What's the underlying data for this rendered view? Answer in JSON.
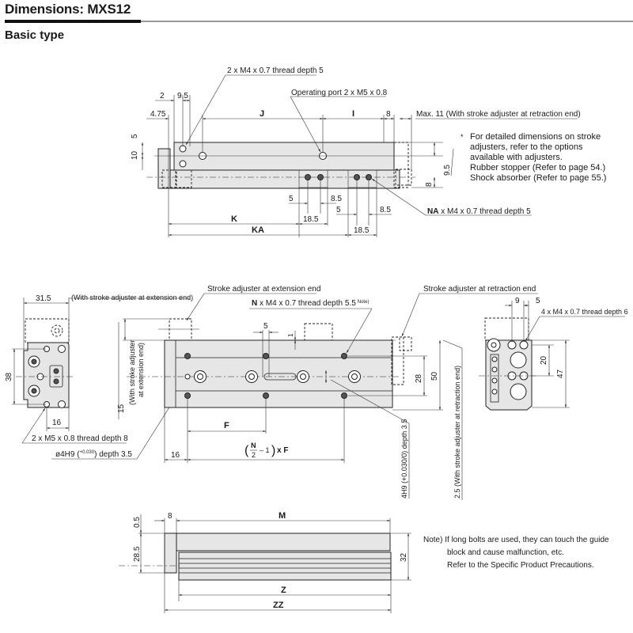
{
  "header": {
    "title": "Dimensions: MXS12",
    "subtitle": "Basic type"
  },
  "top_view": {
    "callout_thread_top": "2 x M4 x 0.7 thread depth 5",
    "callout_port": "Operating port 2 x M5 x 0.8",
    "callout_max": "Max. 11 (With stroke adjuster at retraction end)",
    "callout_na_bold": "NA",
    "callout_na_rest": " x M4 x 0.7 thread depth 5",
    "dims": {
      "d2": "2",
      "d9_5_top": "9.5",
      "d4_75": "4.75",
      "J": "J",
      "I": "I",
      "d8_top": "8",
      "d5_left": "5",
      "d10_left": "10",
      "d9_5_right": "9.5",
      "d8_right": "8",
      "d5_a": "5",
      "d8_5_a": "8.5",
      "d18_5_a": "18.5",
      "d5_b": "5",
      "d8_5_b": "8.5",
      "d18_5_b": "18.5",
      "K": "K",
      "KA": "KA"
    }
  },
  "side_note": {
    "bullet": "*",
    "lines": [
      "For detailed dimensions on stroke",
      "adjusters, refer to the options",
      "available with adjusters.",
      "Rubber stopper (Refer to page 54.)",
      "Shock absorber (Refer to page 55.)"
    ]
  },
  "front_view": {
    "callout_ext_end": "(With stroke adjuster at extension end)",
    "callout_m5": "2 x M5 x 0.8 thread depth 8",
    "callout_pin_prefix": "ø4H9 (",
    "callout_pin_tol_upper": "+0.030",
    "callout_pin_tol_lower": "0",
    "callout_pin_suffix": ") depth 3.5",
    "dims": {
      "d31_5": "31.5",
      "d38": "38",
      "d16": "16"
    }
  },
  "main_view": {
    "callout_stroke_ext": "Stroke adjuster at extension end",
    "callout_stroke_ret": "Stroke adjuster at retraction end",
    "callout_n_bold": "N",
    "callout_n_rest": " x M4 x 0.7 thread depth 5.5",
    "callout_n_note": "Note)",
    "vertical_ext_label_1": "(With stroke adjuster",
    "vertical_ext_label_2": "at extension end)",
    "vertical_ext_dim": "15",
    "vertical_slot_label": "4H9 (+0.030/0) depth 3.5",
    "vertical_ret_label": "2.5 (With stroke adjuster at retraction end)",
    "dims": {
      "d5": "5",
      "d1": "1",
      "d28": "28",
      "d50": "50",
      "F": "F",
      "d16": "16",
      "formula_N": "N",
      "formula_2": "2",
      "formula_rest": "– 1",
      "formula_xF": "x F"
    }
  },
  "end_view": {
    "callout_thread": "4 x M4 x 0.7 thread depth 6",
    "dims": {
      "d9": "9",
      "d5": "5",
      "d20": "20",
      "d47": "47"
    }
  },
  "bottom_view": {
    "dims": {
      "d0_5": "0.5",
      "d8": "8",
      "M": "M",
      "d28_5": "28.5",
      "d32": "32",
      "Z": "Z",
      "ZZ": "ZZ"
    }
  },
  "footnote": {
    "lines": [
      "Note) If long bolts are used, they can touch the guide",
      "block and cause malfunction, etc.",
      "Refer to the Specific Product Precautions."
    ]
  }
}
